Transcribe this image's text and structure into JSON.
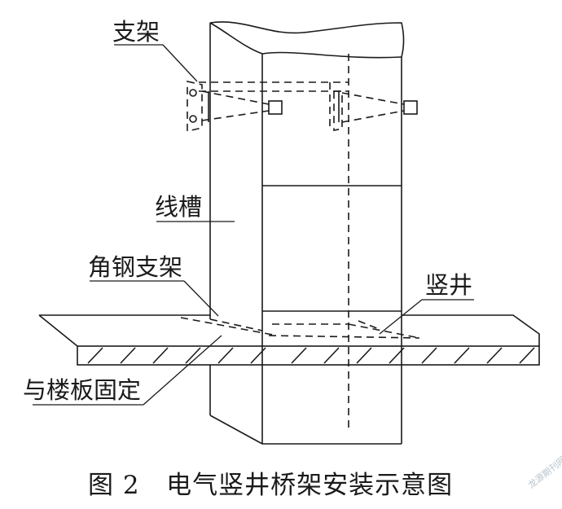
{
  "labels": {
    "bracket": "支架",
    "trough": "线槽",
    "angle_steel_bracket": "角钢支架",
    "shaft": "竖井",
    "floor_fix": "与楼板固定"
  },
  "caption": "图 2   电气竖井桥架安装示意图",
  "watermark": "龙源期刊网"
}
